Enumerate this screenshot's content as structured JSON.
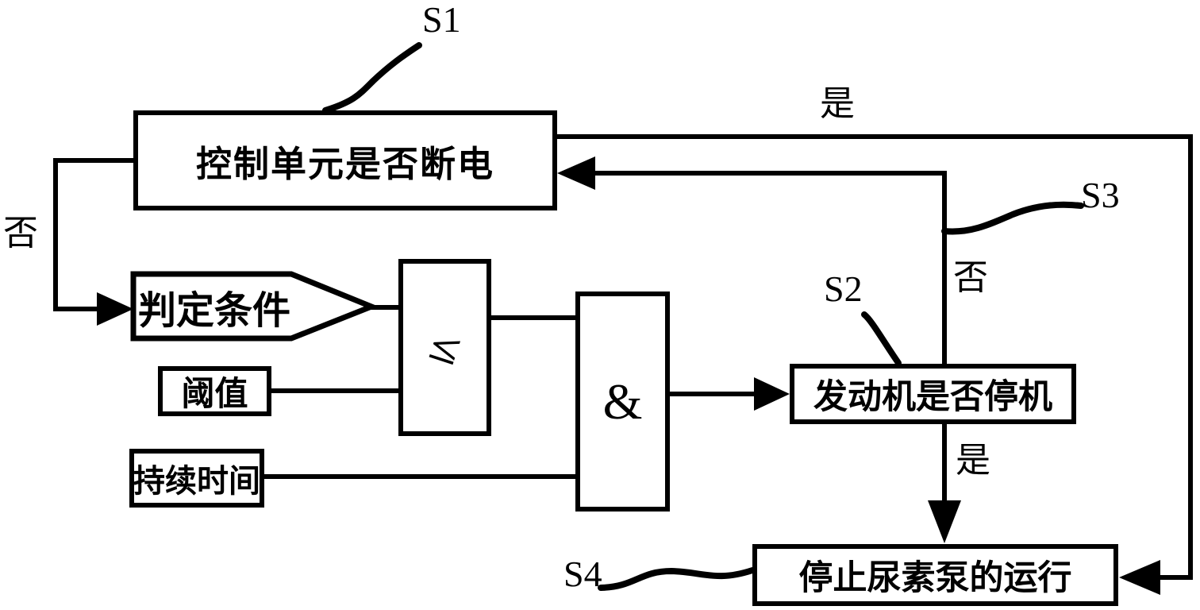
{
  "colors": {
    "stroke": "#000000",
    "background": "#ffffff"
  },
  "nodes": {
    "s1_box": {
      "label": "控制单元是否断电"
    },
    "condition": {
      "label": "判定条件"
    },
    "threshold": {
      "label": "阈值"
    },
    "duration": {
      "label": "持续时间"
    },
    "comparator": {
      "symbol": "≤"
    },
    "and_gate": {
      "symbol": "&"
    },
    "s2_box": {
      "label": "发动机是否停机"
    },
    "s4_box": {
      "label": "停止尿素泵的运行"
    }
  },
  "step_labels": {
    "s1": "S1",
    "s2": "S2",
    "s3": "S3",
    "s4": "S4"
  },
  "branch_labels": {
    "yes_top": "是",
    "no_left": "否",
    "no_right": "否",
    "yes_down": "是"
  }
}
